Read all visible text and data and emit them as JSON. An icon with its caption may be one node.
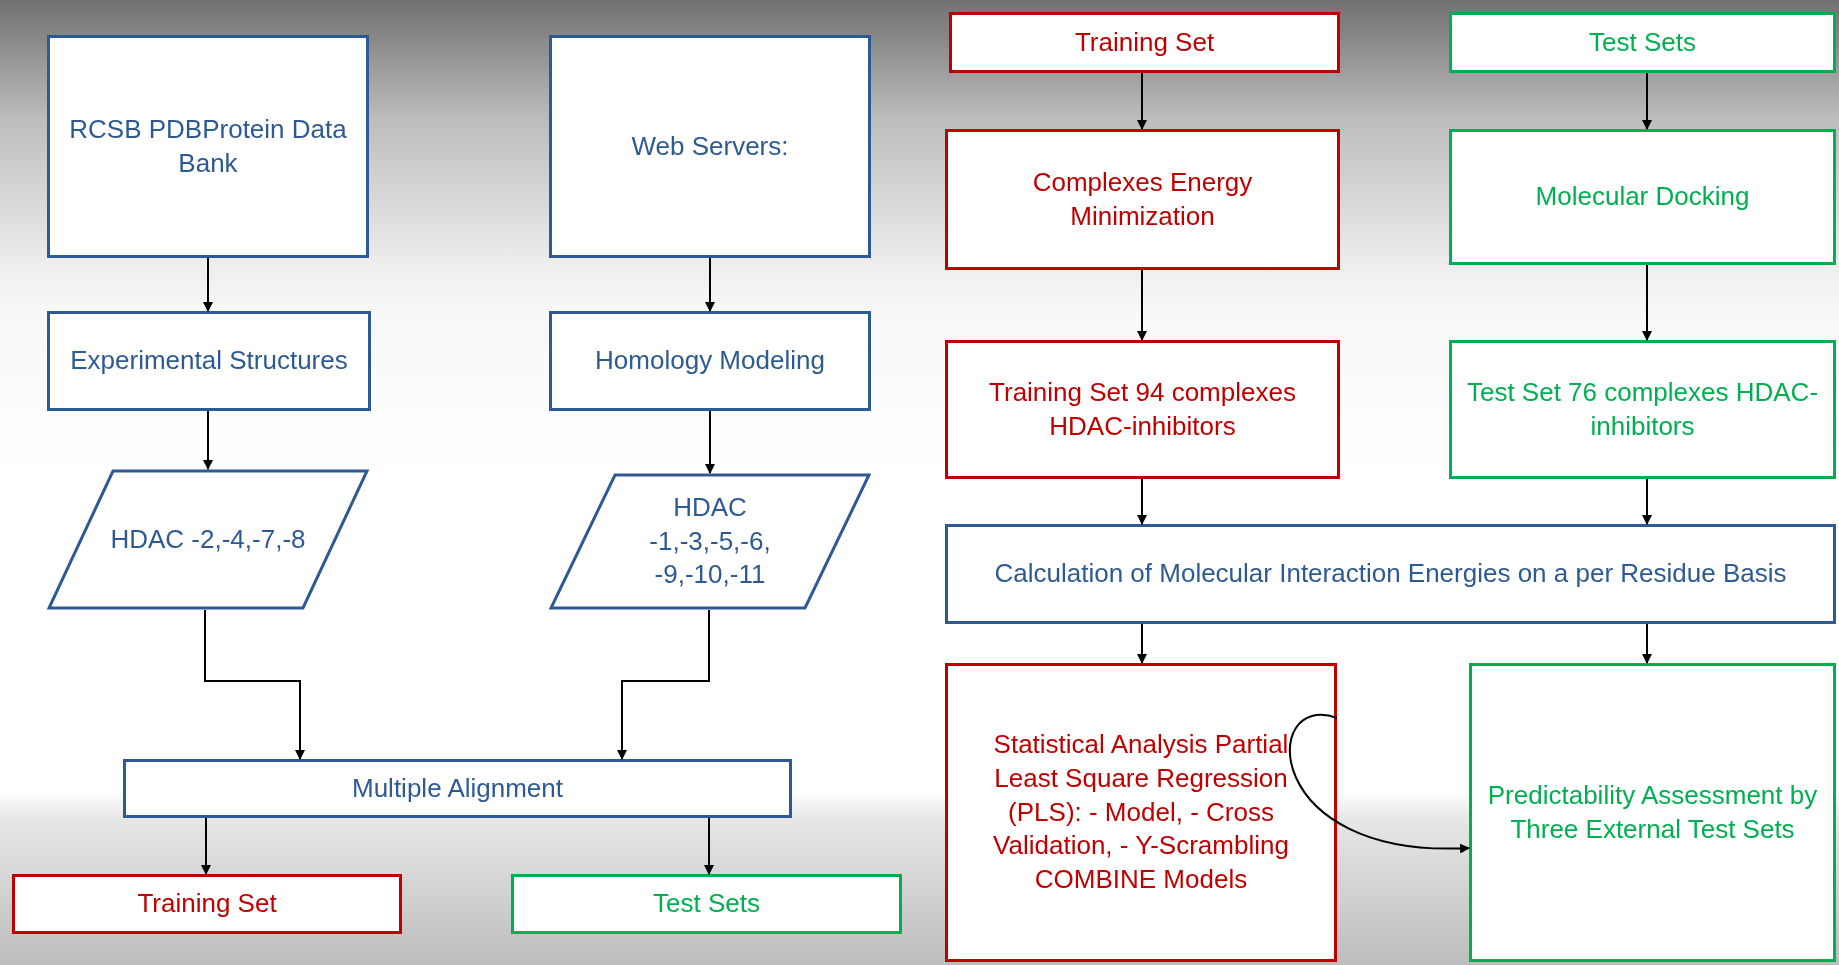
{
  "diagram": {
    "nodes": [
      {
        "text": [
          "RCSB PDBProtein Data Bank"
        ]
      },
      {
        "text": [
          "Web Servers:"
        ]
      },
      {
        "text": [
          "Experimental Structures"
        ]
      },
      {
        "text": [
          "Homology Modeling"
        ]
      },
      {
        "text": [
          "HDAC -2,-4,-7,-8"
        ]
      },
      {
        "text": [
          "HDAC -1,-3,-5,-6, -9,-10,-11"
        ]
      },
      {
        "text": [
          "Multiple Alignment"
        ]
      },
      {
        "text": [
          "Training Set"
        ]
      },
      {
        "text": [
          "Test Sets"
        ]
      },
      {
        "text": [
          "Training Set"
        ]
      },
      {
        "text": [
          "Test Sets"
        ]
      },
      {
        "text": [
          "Complexes Energy Minimization"
        ]
      },
      {
        "text": [
          "Molecular Docking"
        ]
      },
      {
        "text": [
          "Training Set 94 complexes HDAC-inhibitors"
        ]
      },
      {
        "text": [
          "Test Set 76 complexes HDAC-inhibitors"
        ]
      },
      {
        "text": [
          "Calculation of Molecular Interaction Energies on a per Residue Basis"
        ]
      },
      {
        "text": [
          "Statistical Analysis Partial Least Square Regression (PLS): - Model, - Cross Validation, - Y-Scrambling COMBINE Models"
        ]
      },
      {
        "text": [
          "Predictability Assessment by Three External Test Sets"
        ]
      }
    ],
    "edges": [
      {
        "from": 0,
        "to": 2,
        "arrow": "to"
      },
      {
        "from": 1,
        "to": 3,
        "arrow": "to"
      },
      {
        "from": 2,
        "to": 4,
        "arrow": "to"
      },
      {
        "from": 3,
        "to": 5,
        "arrow": "to"
      },
      {
        "from": 4,
        "to": 6,
        "arrow": "to"
      },
      {
        "from": 5,
        "to": 6,
        "arrow": "to"
      },
      {
        "from": 6,
        "to": 7,
        "arrow": "to"
      },
      {
        "from": 6,
        "to": 8,
        "arrow": "to"
      },
      {
        "from": 9,
        "to": 11,
        "arrow": "to"
      },
      {
        "from": 10,
        "to": 12,
        "arrow": "to"
      },
      {
        "from": 11,
        "to": 13,
        "arrow": "to"
      },
      {
        "from": 12,
        "to": 14,
        "arrow": "to"
      },
      {
        "from": 13,
        "to": 15,
        "arrow": "to"
      },
      {
        "from": 14,
        "to": 15,
        "arrow": "to"
      },
      {
        "from": 15,
        "to": 16,
        "arrow": "to"
      },
      {
        "from": 15,
        "to": 17,
        "arrow": "to"
      },
      {
        "from": 16,
        "to": 17,
        "arrow": "to"
      }
    ]
  }
}
